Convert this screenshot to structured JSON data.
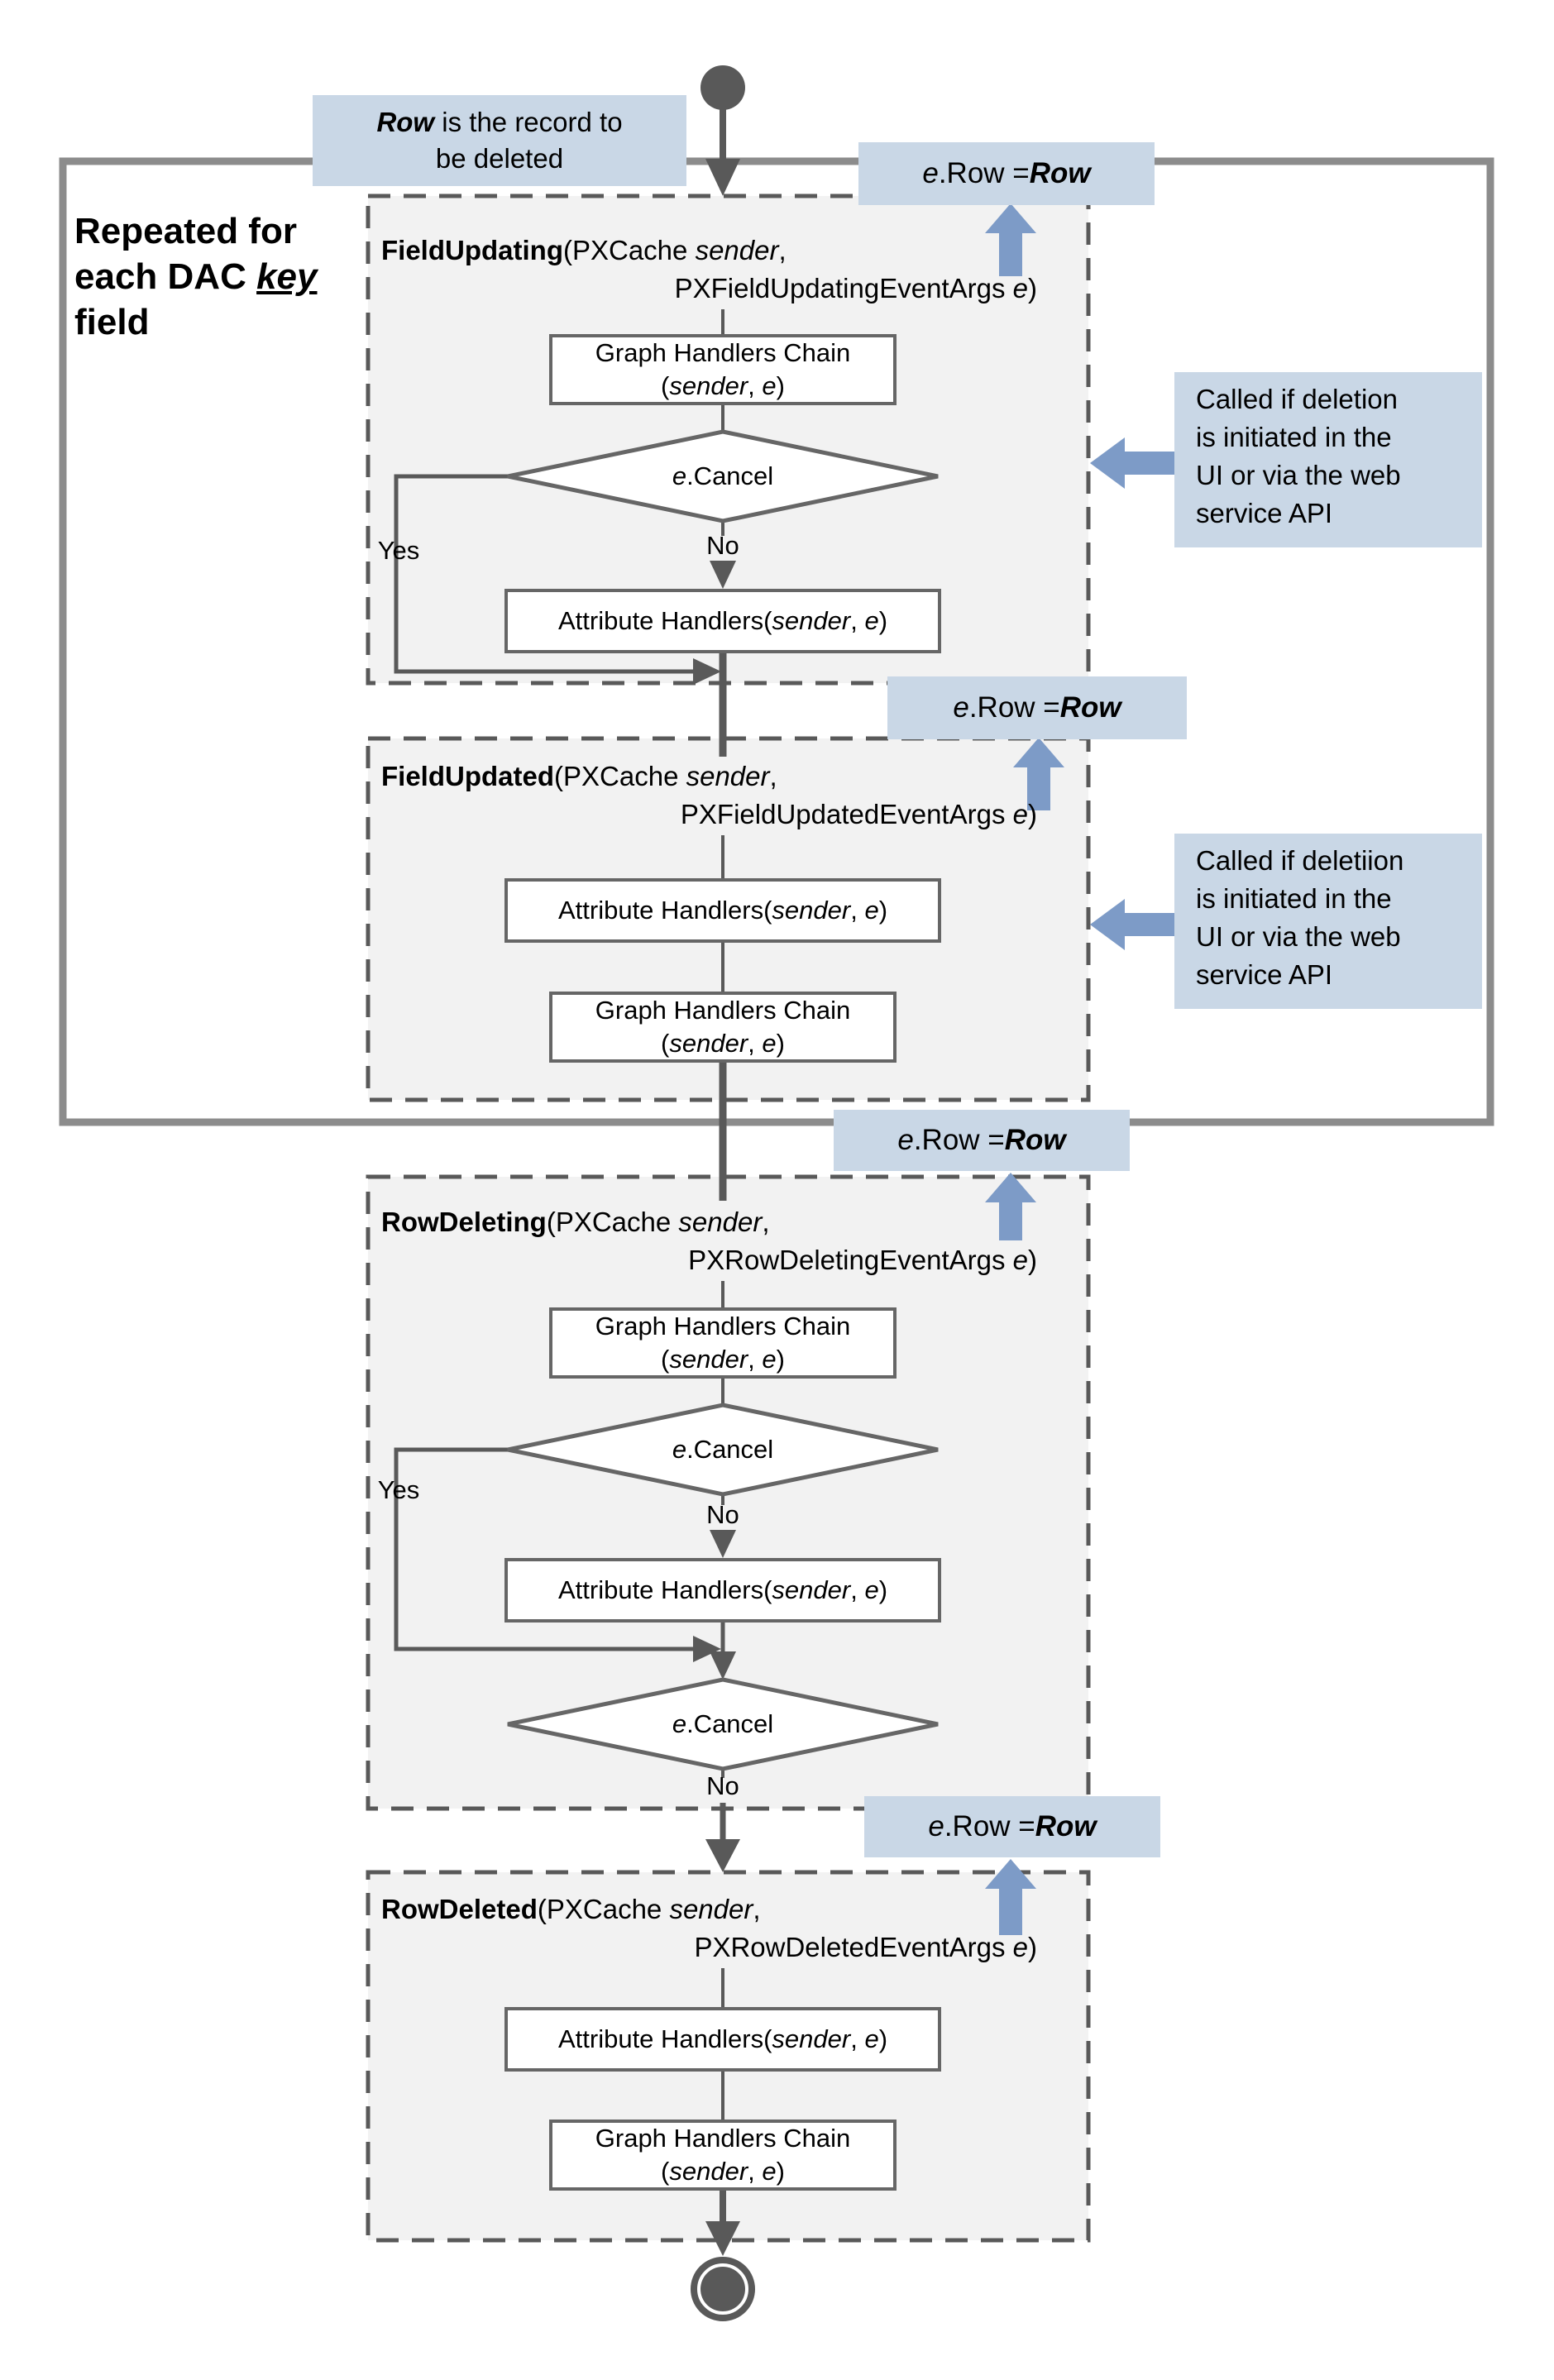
{
  "palette": {
    "accent_fill": "#c9d7e6",
    "arrow_blue": "#7d9bc7",
    "block_fill": "#f2f2f2",
    "dash_border": "#595959",
    "box_border": "#666666",
    "outer_border": "#8c8c8c",
    "line_color": "#595959"
  },
  "start_note": {
    "bold": "Row",
    "rest": " is the record to",
    "line2": "be deleted"
  },
  "outer_label": {
    "line1": "Repeated for",
    "line2_pre": "each DAC ",
    "line2_key": "key",
    "line3": "field"
  },
  "erow": {
    "e": "e",
    "mid": ".Row = ",
    "row": "Row"
  },
  "callouts": [
    {
      "lines": [
        "Called if deletion",
        "is initiated in the",
        "UI or via the web",
        "service API"
      ]
    },
    {
      "lines": [
        "Called if deletiion",
        "is initiated in the",
        "UI or via the web",
        "service API"
      ]
    }
  ],
  "blocks": [
    {
      "hdr1_bold": "FieldUpdating",
      "hdr1_pre": "(PXCache ",
      "hdr1_ital": "sender",
      "hdr1_post": ",",
      "hdr2_pre": "PXFieldUpdatingEventArgs ",
      "hdr2_ital": "e",
      "hdr2_post": ")"
    },
    {
      "hdr1_bold": "FieldUpdated",
      "hdr1_pre": "(PXCache ",
      "hdr1_ital": "sender",
      "hdr1_post": ",",
      "hdr2_pre": "PXFieldUpdatedEventArgs ",
      "hdr2_ital": "e",
      "hdr2_post": ")"
    },
    {
      "hdr1_bold": "RowDeleting",
      "hdr1_pre": "(PXCache ",
      "hdr1_ital": "sender",
      "hdr1_post": ",",
      "hdr2_pre": "PXRowDeletingEventArgs ",
      "hdr2_ital": "e",
      "hdr2_post": ")"
    },
    {
      "hdr1_bold": "RowDeleted",
      "hdr1_pre": "(PXCache ",
      "hdr1_ital": "sender",
      "hdr1_post": ",",
      "hdr2_pre": "PXRowDeletedEventArgs ",
      "hdr2_ital": "e",
      "hdr2_post": ")"
    }
  ],
  "nodes": {
    "graph_chain": {
      "line1": "Graph Handlers Chain",
      "l2_pre": "(",
      "l2_i1": "sender",
      "l2_mid": ", ",
      "l2_i2": "e",
      "l2_post": ")"
    },
    "attr": {
      "pre": "Attribute Handlers(",
      "i1": "sender",
      "mid": ", ",
      "i2": "e",
      "post": ")"
    },
    "decision": {
      "e": "e",
      "rest": ".Cancel"
    },
    "yes": "Yes",
    "no": "No"
  }
}
